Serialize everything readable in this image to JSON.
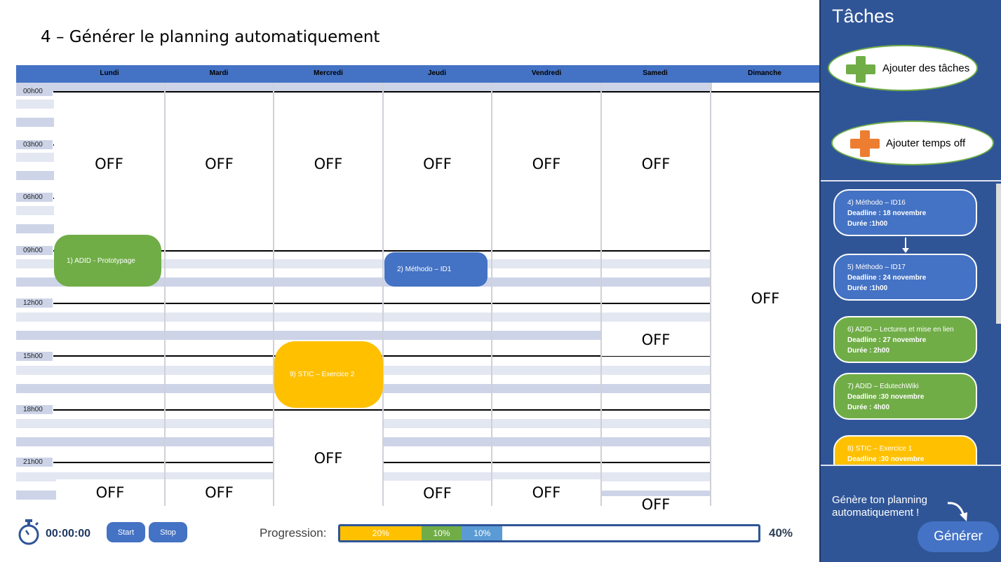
{
  "title": "4 – Générer le planning automatiquement",
  "calendar": {
    "days": [
      "Lundi",
      "Mardi",
      "Mercredi",
      "Jeudi",
      "Vendredi",
      "Samedi",
      "Dimanche"
    ],
    "hours": [
      "00h00",
      "03h00",
      "06h00",
      "09h00",
      "12h00",
      "15h00",
      "18h00",
      "21h00"
    ],
    "off_label": "OFF",
    "tasks": [
      {
        "label": "1)  ADID  - Prototypage",
        "color": "#70ad47"
      },
      {
        "label": "2)  Méthodo – ID1",
        "color": "#4472c4"
      },
      {
        "label": "9)  STIC – Exercice 2",
        "color": "#ffc000"
      }
    ]
  },
  "timer": {
    "value": "00:00:00",
    "icon": "stopwatch-icon"
  },
  "controls": {
    "start_label": "Start",
    "stop_label": "Stop"
  },
  "progress": {
    "label": "Progression:",
    "segments": [
      {
        "label": "20%",
        "value": 20,
        "color": "#ffc000"
      },
      {
        "label": "10%",
        "value": 10,
        "color": "#70ad47"
      },
      {
        "label": "10%",
        "value": 10,
        "color": "#5b9bd5"
      }
    ],
    "total_label": "40%"
  },
  "panel": {
    "title": "Tâches",
    "add_tasks_label": "Ajouter des tâches",
    "add_off_label": "Ajouter temps off",
    "task_cards": [
      {
        "title": "4)  Méthodo – ID16",
        "deadline": "Deadline : 18 novembre",
        "duration": "Durée :1h00",
        "color": "#4472c4"
      },
      {
        "title": "5)  Méthodo – ID17",
        "deadline": "Deadline : 24 novembre",
        "duration": "Durée :1h00",
        "color": "#4472c4"
      },
      {
        "title": "6)  ADID – Lectures et mise en lien",
        "deadline": "Deadline : 27 novembre",
        "duration": "Durée : 2h00",
        "color": "#70ad47"
      },
      {
        "title": "7)  ADID – EdutechWiki",
        "deadline": "Deadline :30 novembre",
        "duration": "Durée : 4h00",
        "color": "#70ad47"
      },
      {
        "title": "8)  STIC – Exercice 1",
        "deadline": "Deadline :30 novembre",
        "duration": "",
        "color": "#ffc000"
      }
    ],
    "generate_text": "Génère ton planning automatiquement !",
    "generate_button": "Générer"
  }
}
